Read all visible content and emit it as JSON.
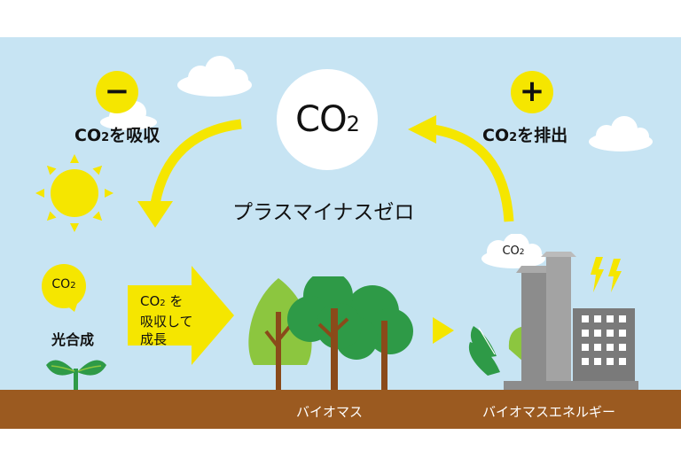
{
  "center": {
    "co2": "CO",
    "co2_sub": "2",
    "title": "プラスマイナスゼロ"
  },
  "absorb": {
    "sign": "−",
    "label_co": "CO",
    "label_sub": "2",
    "label_rest": "を吸収"
  },
  "emit": {
    "sign": "+",
    "label_co": "CO",
    "label_sub": "2",
    "label_rest": "を排出"
  },
  "photosynthesis": {
    "bubble_co": "CO",
    "bubble_sub": "2",
    "label": "光合成"
  },
  "growth_arrow": {
    "line1_co": "CO",
    "line1_sub": "2",
    "line1_rest": " を",
    "line2": "吸収して",
    "line3": "成長"
  },
  "factory_cloud": {
    "co": "CO",
    "sub": "2"
  },
  "labels": {
    "biomass": "バイオマス",
    "biomass_energy": "バイオマスエネルギー"
  },
  "colors": {
    "sky": "#c7e4f3",
    "yellow": "#f5e600",
    "ground": "#9b5a20",
    "leaf_green": "#2e9a47",
    "light_green": "#8cc63f"
  }
}
